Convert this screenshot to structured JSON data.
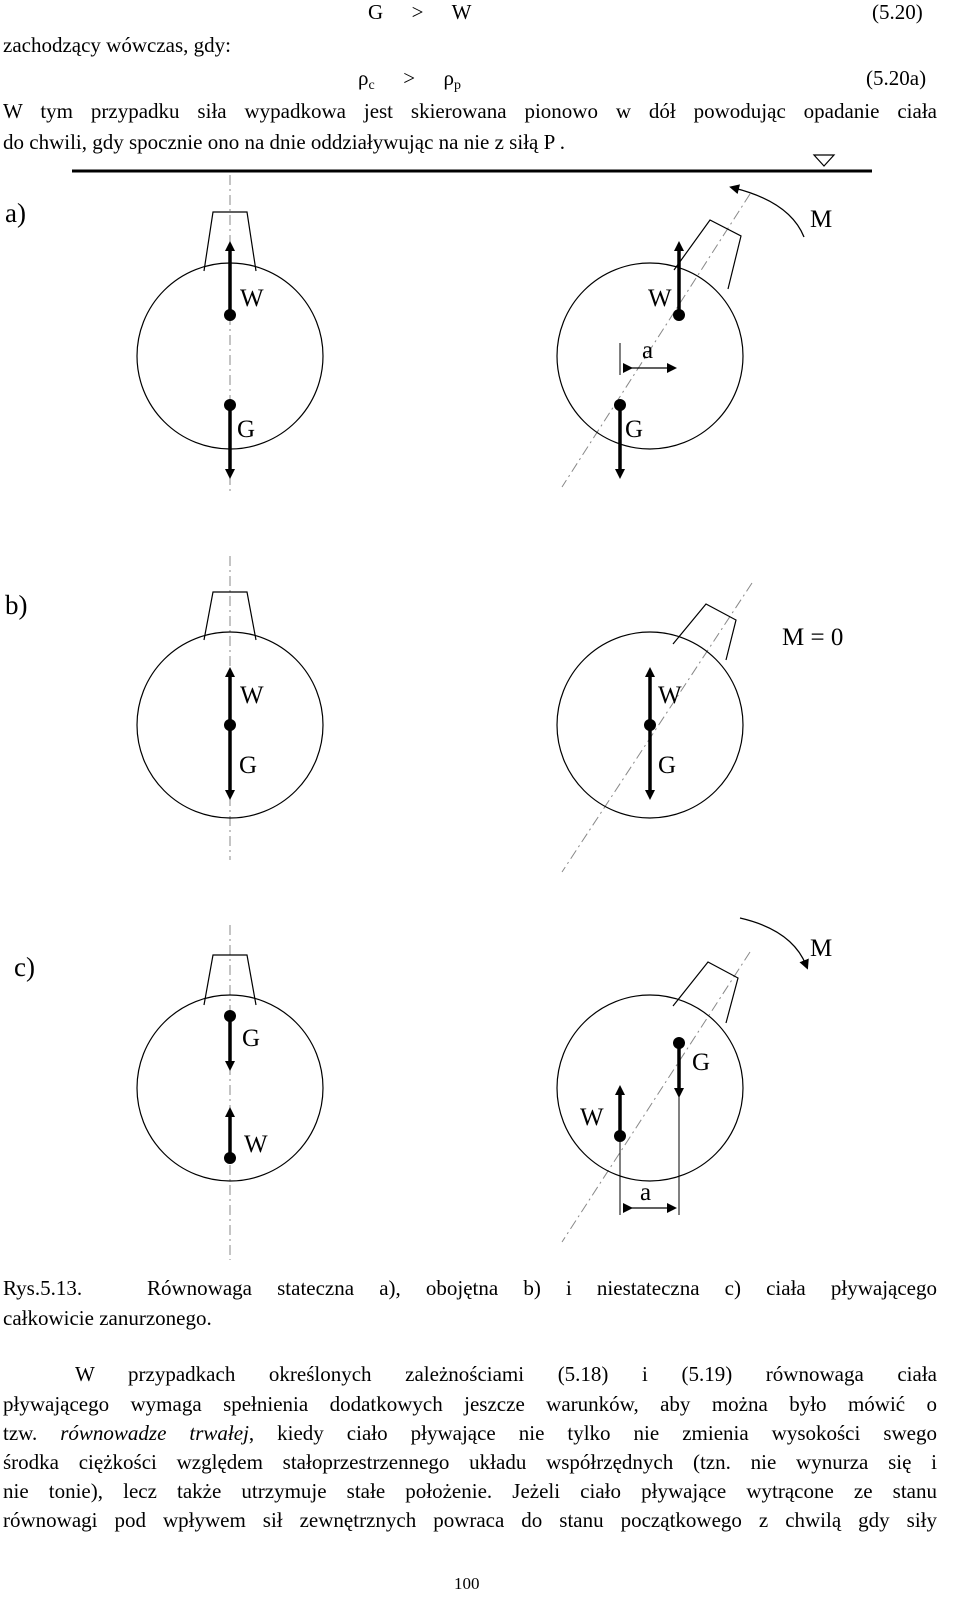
{
  "equations": {
    "eq1": {
      "lhs": "G",
      "op": ">",
      "rhs": "W",
      "number": "(5.20)"
    },
    "eq2": {
      "lhs": "ρ",
      "lhs_sub": "c",
      "op": ">",
      "rhs": "ρ",
      "rhs_sub": "p",
      "number": "(5.20a)"
    }
  },
  "text": {
    "intro": "zachodzący wówczas, gdy:",
    "para1_line1": "W tym przypadku siła wypadkowa jest skierowana pionowo w dół powodując opadanie ciała",
    "para1_line2": "do chwili, gdy spocznie ono na dnie oddziaływując na nie z siłą  P .",
    "caption_label": "Rys.5.13.",
    "caption_line1": "Równowaga stateczna a), obojętna b) i niestateczna c) ciała pływającego",
    "caption_line2": "całkowicie zanurzonego.",
    "para2_line1": "W przypadkach określonych zależnościami (5.18) i (5.19) równowaga ciała",
    "para2_line2": "pływającego wymaga spełnienia dodatkowych jeszcze warunków, aby można było mówić o",
    "para2_line3_start": "tzw.",
    "para2_line3_italic": "równowadze trwałej",
    "para2_line3_end": ", kiedy ciało pływające nie tylko nie zmienia wysokości swego",
    "para2_line4": "środka ciężkości względem stałoprzestrzennego układu współrzędnych (tzn. nie wynurza się i",
    "para2_line5": "nie tonie), lecz także utrzymuje stałe położenie. Jeżeli ciało pływające wytrącone ze stanu",
    "para2_line6": "równowagi pod wpływem sił zewnętrznych powraca do stanu początkowego z chwilą gdy siły",
    "page_number": "100"
  },
  "figure": {
    "panel_a": {
      "label": "a)",
      "moment": "M",
      "w": "W",
      "g": "G",
      "offset": "a"
    },
    "panel_b": {
      "label": "b)",
      "moment": "M = 0",
      "w": "W",
      "g": "G"
    },
    "panel_c": {
      "label": "c)",
      "moment": "M",
      "w": "W",
      "g": "G",
      "offset": "a"
    }
  },
  "colors": {
    "ink": "#000000",
    "background": "#ffffff"
  }
}
